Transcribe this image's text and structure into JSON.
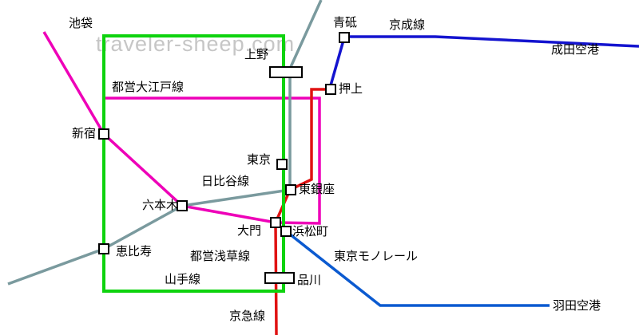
{
  "watermark": "traveler-sheep.com",
  "lines": {
    "yamanote": {
      "name": "山手線",
      "color": "#0ed30e"
    },
    "oedo": {
      "name": "都営大江戸線",
      "color": "#ee00b8"
    },
    "hibiya": {
      "name": "日比谷線",
      "color": "#7a9a9e"
    },
    "asakusa": {
      "name": "都営浅草線",
      "color": "#e01212"
    },
    "keikyu": {
      "name": "京急線",
      "color": "#e01212"
    },
    "keisei": {
      "name": "京成線",
      "color": "#1414cf"
    },
    "monorail": {
      "name": "東京モノレール",
      "color": "#0b5ad0"
    }
  },
  "stations": {
    "ikebukuro": "池袋",
    "shinjuku": "新宿",
    "ebisu": "恵比寿",
    "roppongi": "六本木",
    "ueno": "上野",
    "tokyo": "東京",
    "higashi_ginza": "東銀座",
    "daimon": "大門",
    "hamamatsucho": "浜松町",
    "shinagawa": "品川",
    "oshiage": "押上",
    "aoto": "青砥",
    "narita_airport": "成田空港",
    "haneda_airport": "羽田空港"
  }
}
